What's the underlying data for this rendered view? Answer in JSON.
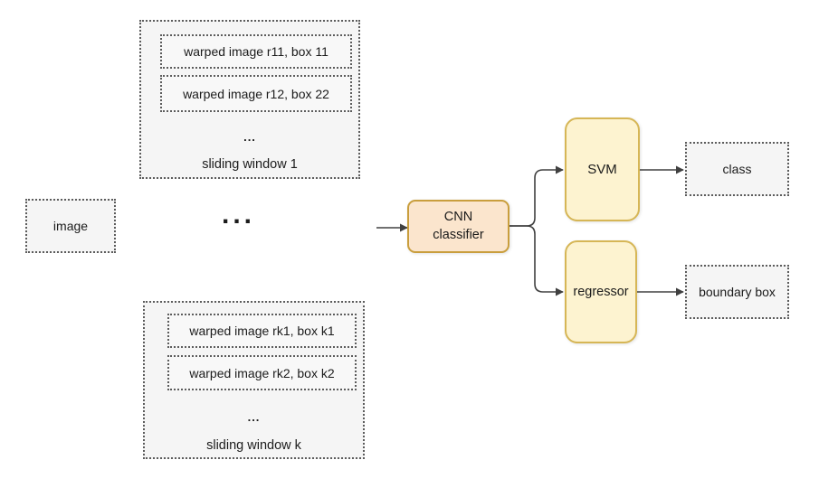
{
  "diagram": {
    "nodes": {
      "image": {
        "label": "image"
      },
      "sliding_window_1": {
        "items": [
          "warped image r11, box 11",
          "warped image r12, box 22"
        ],
        "ellipsis": "...",
        "label": "sliding window 1"
      },
      "middle_ellipsis": "...",
      "sliding_window_k": {
        "items": [
          "warped image rk1, box k1",
          "warped image rk2, box k2"
        ],
        "ellipsis": "...",
        "label": "sliding window k"
      },
      "cnn_classifier": {
        "line1": "CNN",
        "line2": "classifier"
      },
      "svm": {
        "label": "SVM"
      },
      "regressor": {
        "label": "regressor"
      },
      "class_output": {
        "label": "class"
      },
      "boundary_box_output": {
        "label": "boundary box"
      }
    },
    "colors": {
      "cnn_fill": "#fbe5cd",
      "cnn_stroke": "#c99e3d",
      "stage_fill": "#fdf3d0",
      "stage_stroke": "#d6b656",
      "dotted_box_fill": "#f5f5f5",
      "dotted_box_stroke": "#5c5c5c",
      "arrow": "#404040",
      "text": "#1b1b1b",
      "background": "#ffffff"
    }
  }
}
